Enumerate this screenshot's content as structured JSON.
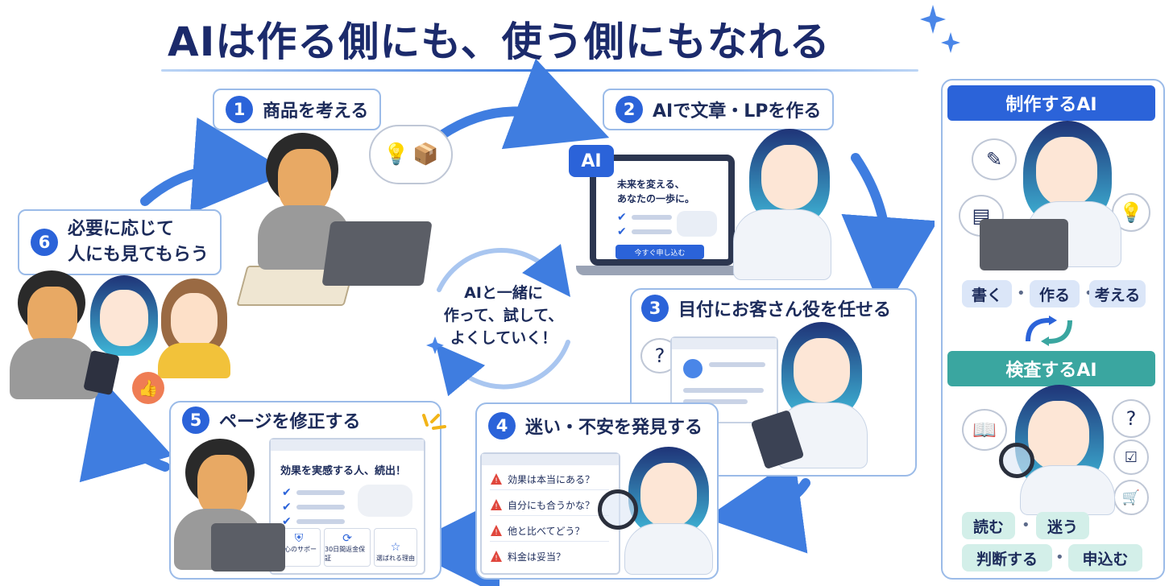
{
  "title": "AIは作る側にも、使う側にもなれる",
  "center_text": [
    "AIと一緒に",
    "作って、試して、",
    "よくしていく！"
  ],
  "steps": [
    {
      "num": "1",
      "label": "商品を考える"
    },
    {
      "num": "2",
      "label": "AIで文章・LPを作る"
    },
    {
      "num": "3",
      "label": "目付にお客さん役を任せる"
    },
    {
      "num": "4",
      "label": "迷い・不安を発見する"
    },
    {
      "num": "5",
      "label": "ページを修正する"
    },
    {
      "num": "6",
      "label_line1": "必要に応じて",
      "label_line2": "人にも見てもらう"
    }
  ],
  "step2_screen": {
    "badge": "AI",
    "headline_line1": "未来を変える、",
    "headline_line2": "あなたの一歩に。",
    "button": "今すぐ申し込む"
  },
  "step4_questions": [
    "効果は本当にある？",
    "自分にも合うかな？",
    "他と比べてどう？",
    "料金は妥当？"
  ],
  "step5_screen": {
    "headline": "効果を実感する人、続出！",
    "badges": [
      "安心のサポート",
      "30日間返金保証",
      "選ばれる理由"
    ]
  },
  "side_panel": {
    "create": {
      "title": "制作するAI",
      "chips": [
        "書く",
        "作る",
        "考える"
      ]
    },
    "inspect": {
      "title": "検査するAI",
      "chips_row1": [
        "読む",
        "迷う"
      ],
      "chips_row2": [
        "判断する",
        "申込む"
      ]
    }
  },
  "colors": {
    "accent_blue": "#2b63d9",
    "teal": "#3aa6a0",
    "navy": "#1b2a6b",
    "chip_blue": "#dbe6f8",
    "chip_teal": "#d3efe9"
  }
}
